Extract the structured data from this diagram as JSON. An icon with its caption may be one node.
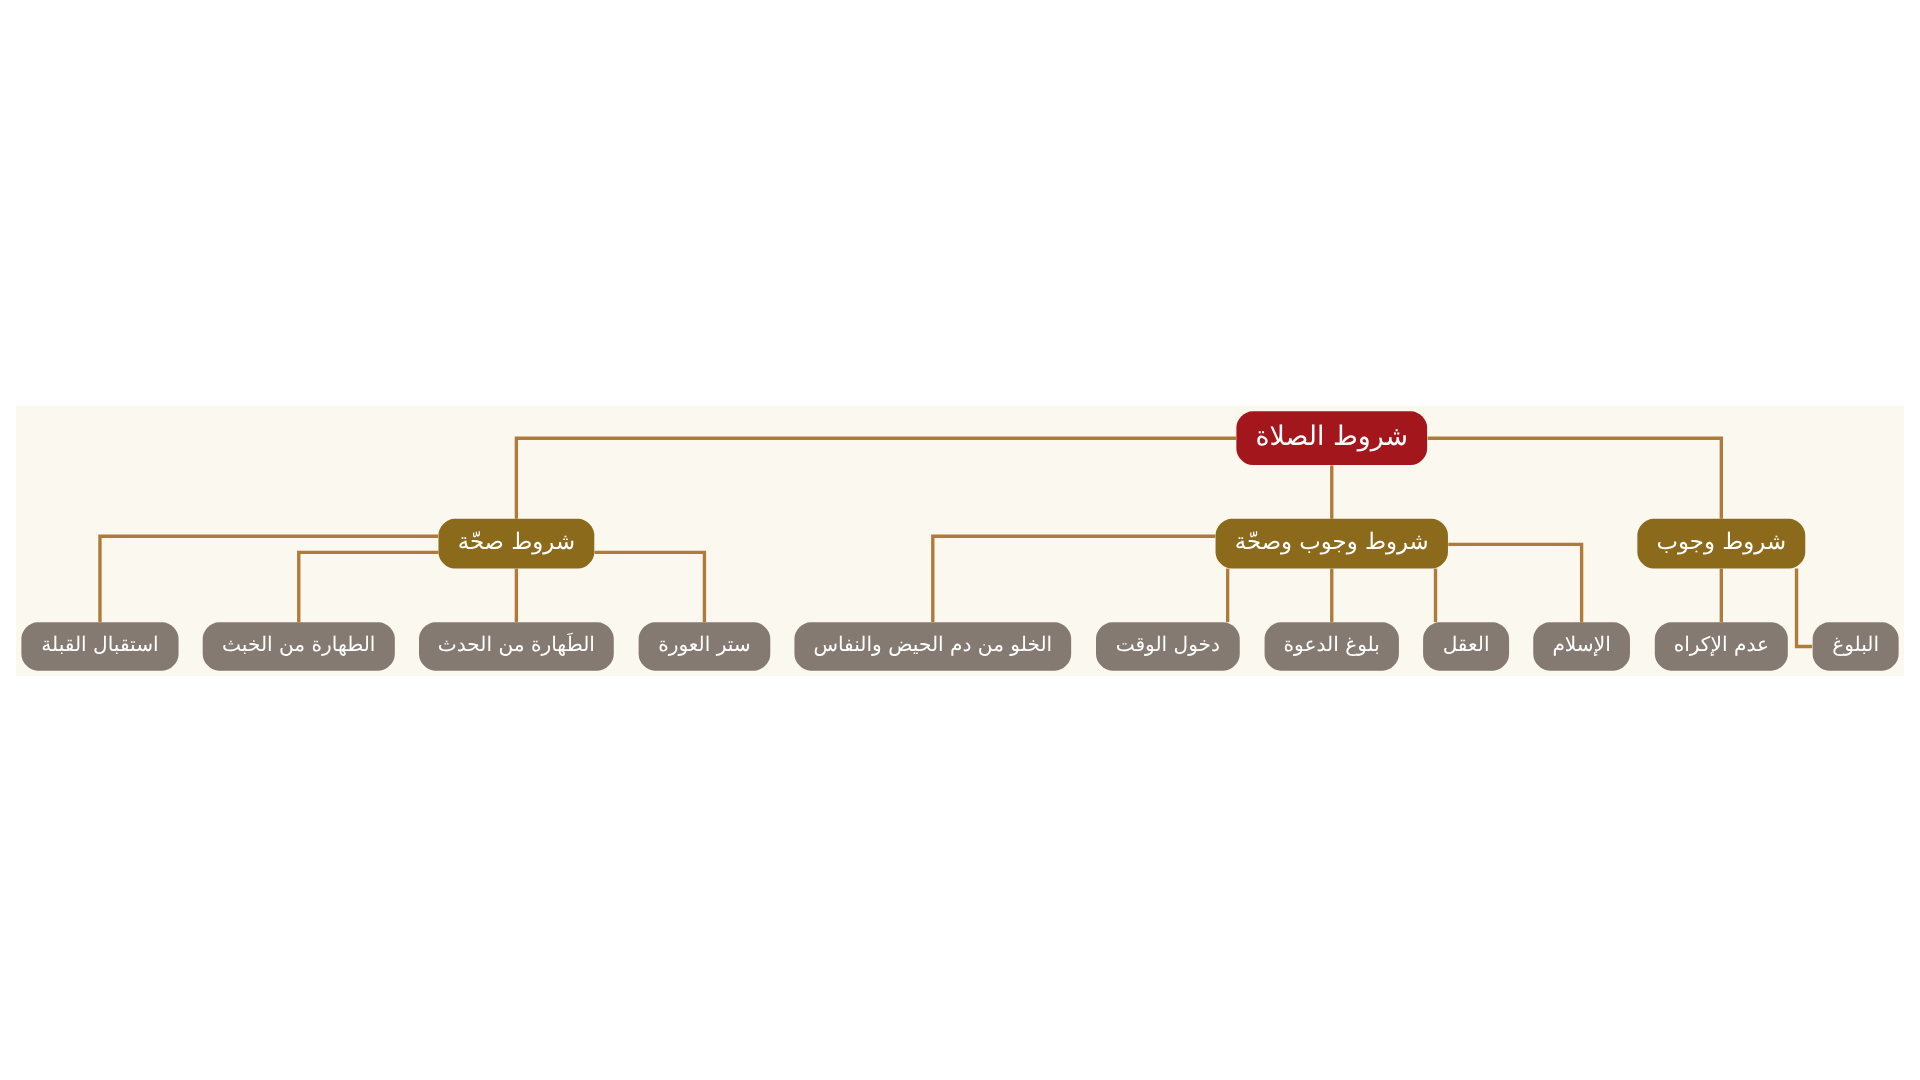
{
  "diagram": {
    "nodes": [
      {
        "text": [
          "شروط الصلاة"
        ]
      },
      {
        "text": [
          "شروط وجوب"
        ]
      },
      {
        "text": [
          "شروط وجوب وصحّة"
        ]
      },
      {
        "text": [
          "شروط صحّة"
        ]
      },
      {
        "text": [
          "البلوغ"
        ]
      },
      {
        "text": [
          "عدم الإكراه"
        ]
      },
      {
        "text": [
          "الإسلام"
        ]
      },
      {
        "text": [
          "العقل"
        ]
      },
      {
        "text": [
          "بلوغ الدعوة"
        ]
      },
      {
        "text": [
          "دخول الوقت"
        ]
      },
      {
        "text": [
          "الخلو من دم الحيض والنفاس"
        ]
      },
      {
        "text": [
          "ستر العورة"
        ]
      },
      {
        "text": [
          "الطَهارة من الحدث"
        ]
      },
      {
        "text": [
          "الطهارة من الخبث"
        ]
      },
      {
        "text": [
          "استقبال القبلة"
        ]
      }
    ],
    "edges": [
      {
        "from": 0,
        "to": 1,
        "arrow": "none"
      },
      {
        "from": 0,
        "to": 2,
        "arrow": "none"
      },
      {
        "from": 0,
        "to": 3,
        "arrow": "none"
      },
      {
        "from": 1,
        "to": 4,
        "arrow": "none"
      },
      {
        "from": 1,
        "to": 5,
        "arrow": "none"
      },
      {
        "from": 2,
        "to": 6,
        "arrow": "none"
      },
      {
        "from": 2,
        "to": 7,
        "arrow": "none"
      },
      {
        "from": 2,
        "to": 8,
        "arrow": "none"
      },
      {
        "from": 2,
        "to": 9,
        "arrow": "none"
      },
      {
        "from": 2,
        "to": 10,
        "arrow": "none"
      },
      {
        "from": 3,
        "to": 11,
        "arrow": "none"
      },
      {
        "from": 3,
        "to": 12,
        "arrow": "none"
      },
      {
        "from": 3,
        "to": 13,
        "arrow": "none"
      },
      {
        "from": 3,
        "to": 14,
        "arrow": "none"
      }
    ]
  }
}
